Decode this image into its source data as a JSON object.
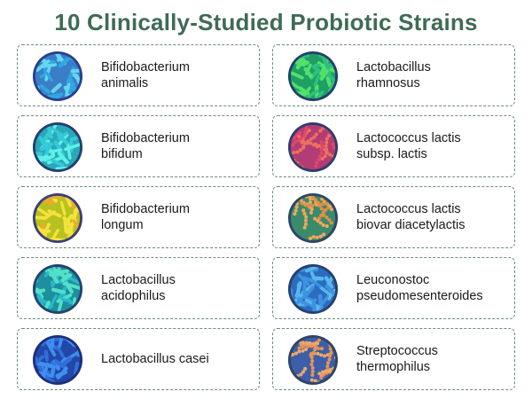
{
  "title": "10 Clinically-Studied Probiotic Strains",
  "strains": [
    {
      "name": "Bifidobacterium\nanimalis",
      "icon": "rod-bacteria-icon",
      "shape": "rod",
      "rim": "#2c3f8c",
      "bg": "#3b7ec7",
      "cell": "#64d6f0",
      "cell2": "#2fa7e0"
    },
    {
      "name": "Bifidobacterium\nbifidum",
      "icon": "rod-bacteria-icon",
      "shape": "rod",
      "rim": "#24406f",
      "bg": "#2aa8b8",
      "cell": "#5ff0e8",
      "cell2": "#34c9d6"
    },
    {
      "name": "Bifidobacterium\nlongum",
      "icon": "rod-bacteria-icon",
      "shape": "rod",
      "rim": "#3d3f78",
      "bg": "#b6c21f",
      "cell": "#f4e23c",
      "cell2": "#f0a830"
    },
    {
      "name": "Lactobacillus\nacidophilus",
      "icon": "rod-bacteria-icon",
      "shape": "rod",
      "rim": "#25436f",
      "bg": "#1f8e9d",
      "cell": "#52e0c6",
      "cell2": "#28b8c8"
    },
    {
      "name": "Lactobacillus casei",
      "icon": "rod-bacteria-icon",
      "shape": "rod",
      "rim": "#1e2f7a",
      "bg": "#2347a8",
      "cell": "#3f8ff0",
      "cell2": "#2f6fd8"
    },
    {
      "name": "Lactobacillus\nrhamnosus",
      "icon": "rod-bacteria-icon",
      "shape": "rod",
      "rim": "#23406a",
      "bg": "#1f9f62",
      "cell": "#52e06c",
      "cell2": "#2ec07f"
    },
    {
      "name": "Lactococcus lactis\nsubsp. lactis",
      "icon": "cocci-bacteria-icon",
      "shape": "cocci",
      "rim": "#2f3d6e",
      "bg": "#b23d74",
      "cell": "#f07060",
      "cell2": "#e0486a"
    },
    {
      "name": "Lactococcus lactis\nbiovar diacetylactis",
      "icon": "cocci-bacteria-icon",
      "shape": "cocci",
      "rim": "#2f4668",
      "bg": "#3a8a6c",
      "cell": "#f0a85a",
      "cell2": "#e08f48"
    },
    {
      "name": "Leuconostoc\npseudomesenteroides",
      "icon": "rod-bacteria-icon",
      "shape": "rod",
      "rim": "#27406e",
      "bg": "#2b6cbf",
      "cell": "#58b8ec",
      "cell2": "#3e93e0"
    },
    {
      "name": "Streptococcus\nthermophilus",
      "icon": "cocci-bacteria-icon",
      "shape": "cocci",
      "rim": "#2f4468",
      "bg": "#3b5fa8",
      "cell": "#f0a86a",
      "cell2": "#e89458"
    }
  ]
}
